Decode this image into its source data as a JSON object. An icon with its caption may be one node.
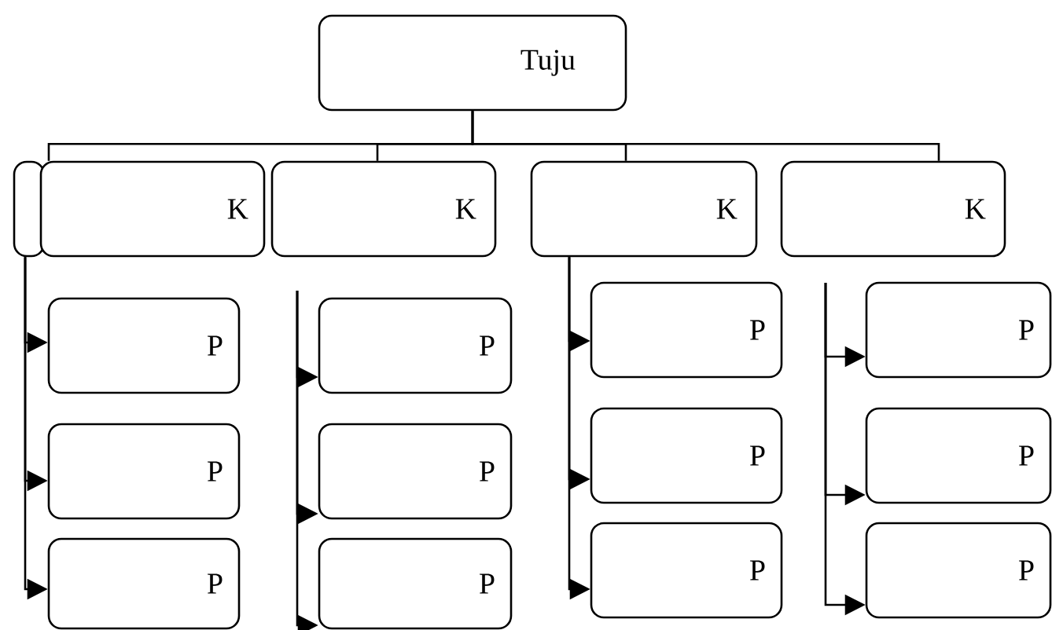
{
  "diagram": {
    "nodes": [
      {
        "text": [
          "Tuju"
        ]
      },
      {
        "text": [],
        "shape": "box"
      },
      {
        "text": [
          "K"
        ]
      },
      {
        "text": [
          "K"
        ]
      },
      {
        "text": [
          "K"
        ]
      },
      {
        "text": [
          "K"
        ]
      },
      {
        "text": [
          "P"
        ]
      },
      {
        "text": [
          "P"
        ]
      },
      {
        "text": [
          "P"
        ]
      },
      {
        "text": [
          "P"
        ]
      },
      {
        "text": [
          "P"
        ]
      },
      {
        "text": [
          "P"
        ]
      },
      {
        "text": [
          "P"
        ]
      },
      {
        "text": [
          "P"
        ]
      },
      {
        "text": [
          "P"
        ]
      },
      {
        "text": [
          "P"
        ]
      },
      {
        "text": [
          "P"
        ]
      },
      {
        "text": [
          "P"
        ]
      }
    ],
    "edges": [
      {
        "from": 0,
        "to": 2,
        "arrow": "none"
      },
      {
        "from": 0,
        "to": 3,
        "arrow": "none"
      },
      {
        "from": 0,
        "to": 4,
        "arrow": "none"
      },
      {
        "from": 0,
        "to": 5,
        "arrow": "none"
      },
      {
        "from": 1,
        "to": 6,
        "arrow": "to"
      },
      {
        "from": 1,
        "to": 7,
        "arrow": "to"
      },
      {
        "from": 1,
        "to": 8,
        "arrow": "to"
      },
      {
        "from": null,
        "to": 9,
        "arrow": "to"
      },
      {
        "from": null,
        "to": 10,
        "arrow": "to"
      },
      {
        "from": null,
        "to": 11,
        "arrow": "to"
      },
      {
        "from": 4,
        "to": 12,
        "arrow": "to"
      },
      {
        "from": 4,
        "to": 13,
        "arrow": "to"
      },
      {
        "from": 4,
        "to": 14,
        "arrow": "to"
      },
      {
        "from": null,
        "to": 15,
        "arrow": "to"
      },
      {
        "from": null,
        "to": 16,
        "arrow": "to"
      },
      {
        "from": null,
        "to": 17,
        "arrow": "to"
      }
    ]
  }
}
